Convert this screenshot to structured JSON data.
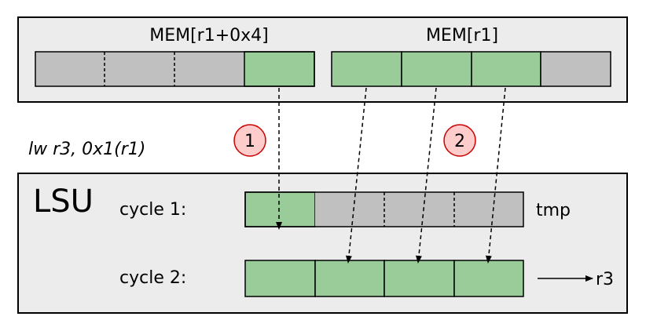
{
  "memory": {
    "word_left_label": "MEM[r1+0x4]",
    "word_right_label": "MEM[r1]"
  },
  "instruction": "lw r3, 0x1(r1)",
  "steps": [
    "1",
    "2"
  ],
  "lsu": {
    "title": "LSU",
    "cycle1_label": "cycle 1:",
    "cycle2_label": "cycle 2:",
    "tmp_label": "tmp",
    "output_label": "r3"
  },
  "colors": {
    "panel_fill": "#ececec",
    "byte_gray": "#c0c0c0",
    "byte_green": "#99cc99",
    "step_circle": "#ffcccc",
    "step_circle_stroke": "#cc0000"
  }
}
